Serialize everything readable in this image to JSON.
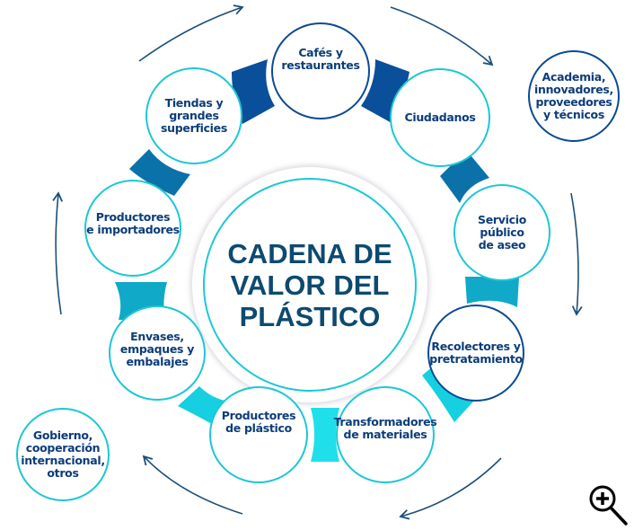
{
  "diagram": {
    "title": "CADENA DE\nVALOR DEL\nPLÁSTICO",
    "colors": {
      "navy": "#0b4a93",
      "cyan": "#1cc7d6",
      "text": "#0b3d7a",
      "arrow": "#1d4f78",
      "title": "#0d4a70"
    },
    "ring_nodes": [
      {
        "id": "cafes",
        "label": "Cafés y\nrestaurantes",
        "border": "navy"
      },
      {
        "id": "ciudadanos",
        "label": "Ciudadanos",
        "border": "cyan"
      },
      {
        "id": "servicio",
        "label": "Servicio público\nde aseo",
        "border": "cyan"
      },
      {
        "id": "recolectores",
        "label": "Recolectores y\npretratamiento",
        "border": "navy"
      },
      {
        "id": "transformadores",
        "label": "Transformadores\nde materiales",
        "border": "cyan"
      },
      {
        "id": "productores-plastico",
        "label": "Productores\nde plástico",
        "border": "cyan"
      },
      {
        "id": "envases",
        "label": "Envases,\nempaques y\nembalajes",
        "border": "cyan"
      },
      {
        "id": "productores-importadores",
        "label": "Productores\ne importadores",
        "border": "cyan"
      },
      {
        "id": "tiendas",
        "label": "Tiendas y\ngrandes\nsuperficies",
        "border": "cyan"
      }
    ],
    "outer_nodes": [
      {
        "id": "academia",
        "label": "Academia,\ninnovadores,\nproveedores\ny técnicos",
        "border": "navy"
      },
      {
        "id": "gobierno",
        "label": "Gobierno,\ncooperación\ninternacional,\notros",
        "border": "cyan"
      }
    ],
    "flow_direction": "clockwise"
  },
  "controls": {
    "zoom_icon": "zoom-in-magnifier-icon"
  }
}
